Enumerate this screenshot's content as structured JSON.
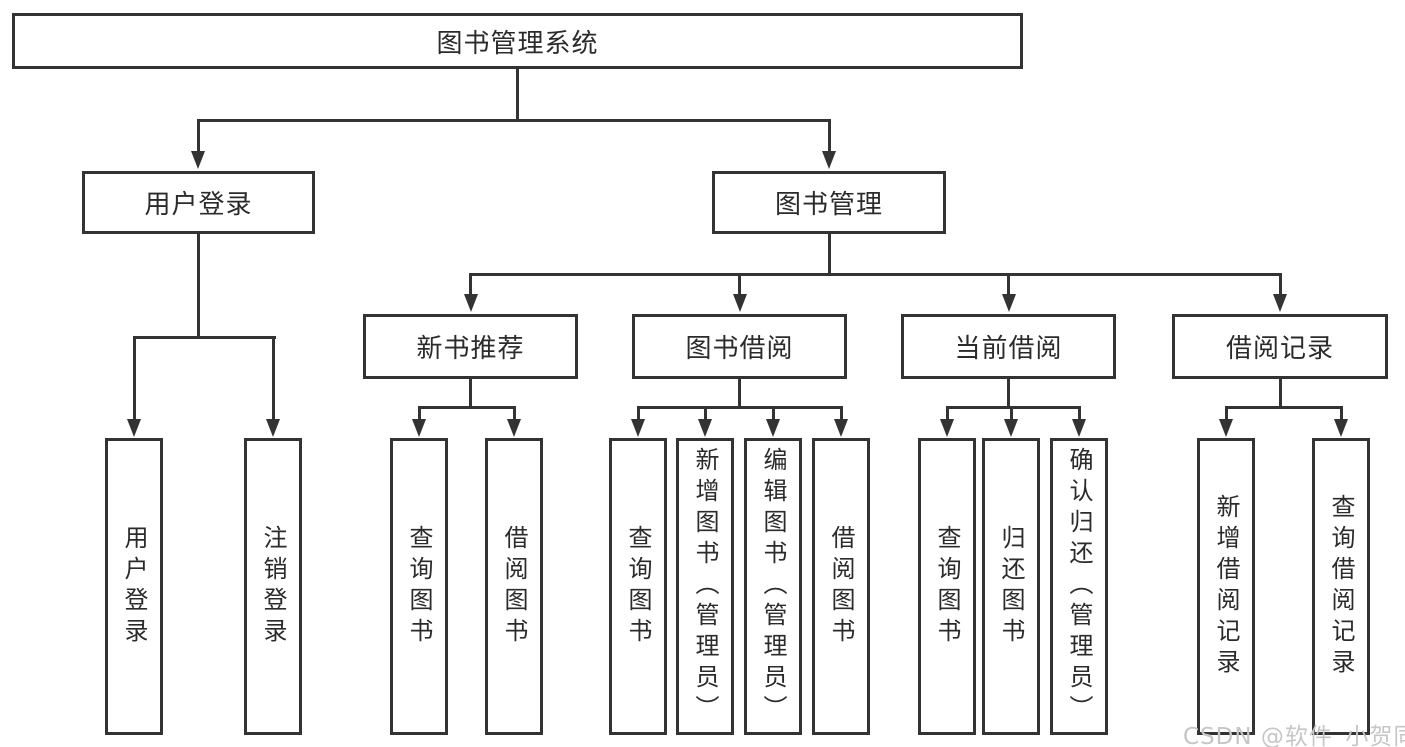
{
  "diagram": {
    "root": {
      "label": "图书管理系统"
    },
    "branches": [
      {
        "label": "用户登录",
        "children": [
          {
            "label": "用户登录"
          },
          {
            "label": "注销登录"
          }
        ]
      },
      {
        "label": "图书管理",
        "children": [
          {
            "label": "新书推荐",
            "children": [
              {
                "label": "查询图书"
              },
              {
                "label": "借阅图书"
              }
            ]
          },
          {
            "label": "图书借阅",
            "children": [
              {
                "label": "查询图书"
              },
              {
                "label": "新增图书（管理员）"
              },
              {
                "label": "编辑图书（管理员）"
              },
              {
                "label": "借阅图书"
              }
            ]
          },
          {
            "label": "当前借阅",
            "children": [
              {
                "label": "查询图书"
              },
              {
                "label": "归还图书"
              },
              {
                "label": "确认归还（管理员）"
              }
            ]
          },
          {
            "label": "借阅记录",
            "children": [
              {
                "label": "新增借阅记录"
              },
              {
                "label": "查询借阅记录"
              }
            ]
          }
        ]
      }
    ]
  },
  "watermark": {
    "text": "CSDN @软件_小贺同学"
  },
  "colors": {
    "line": "#333333",
    "text": "#2b2b2b",
    "background": "#ffffff",
    "watermark": "#c6c6c6"
  }
}
